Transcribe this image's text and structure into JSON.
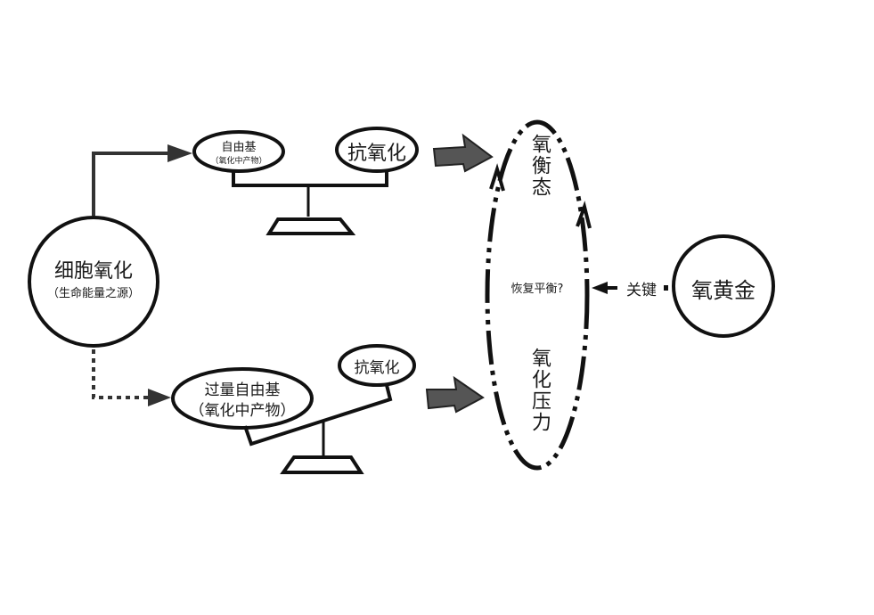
{
  "diagram": {
    "source_node": {
      "title": "细胞氧化",
      "subtitle": "（生命能量之源）"
    },
    "top_scale": {
      "left_pan": {
        "title": "自由基",
        "subtitle": "（氧化中产物）"
      },
      "right_pan": {
        "title": "抗氧化"
      },
      "state": "balanced"
    },
    "bottom_scale": {
      "left_pan": {
        "title": "过量自由基",
        "subtitle": "（氧化中产物）"
      },
      "right_pan": {
        "title": "抗氧化"
      },
      "state": "tilted-left"
    },
    "cycle": {
      "top_state": "氧衡态",
      "bottom_state": "氧化压力",
      "center_question": "恢复平衡?"
    },
    "key_node": {
      "title": "氧黄金",
      "link_label": "关键"
    },
    "connectors": {
      "source_to_top": "solid",
      "source_to_bottom": "dotted"
    },
    "colors": {
      "stroke": "#111111",
      "arrow_fill": "#555555",
      "connector": "#333333"
    }
  }
}
